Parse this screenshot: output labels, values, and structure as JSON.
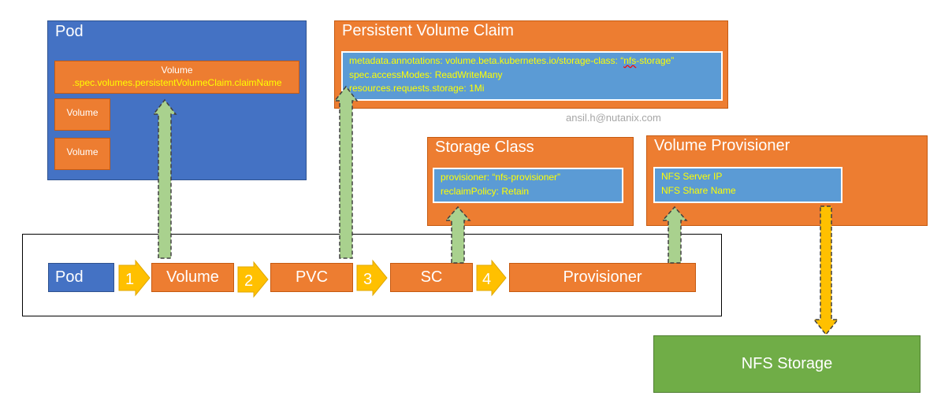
{
  "pod_panel": {
    "title": "Pod",
    "volume_main_line1": "Volume",
    "volume_main_line2": ".spec.volumes.persistentVolumeClaim.claimName",
    "volume_2": "Volume",
    "volume_3": "Volume"
  },
  "pvc_panel": {
    "title": "Persistent Volume Claim",
    "line1_prefix": "metadata.annotations: volume.beta.kubernetes.io/storage-class: “",
    "line1_underlined": "nfs",
    "line1_suffix": "-storage”",
    "line2": "spec.accessModes:  ReadWriteMany",
    "line3": "resources.requests.storage: 1Mi"
  },
  "watermark": "ansil.h@nutanix.com",
  "sc_panel": {
    "title": "Storage Class",
    "line1": "provisioner: “nfs-provisioner”",
    "line2": "reclaimPolicy: Retain"
  },
  "vp_panel": {
    "title": "Volume Provisioner",
    "line1": "NFS Server IP",
    "line2": "NFS Share Name"
  },
  "flow": {
    "pod": "Pod",
    "volume": "Volume",
    "pvc": "PVC",
    "sc": "SC",
    "provisioner": "Provisioner",
    "step1": "1",
    "step2": "2",
    "step3": "3",
    "step4": "4"
  },
  "nfs_storage": "NFS Storage",
  "colors": {
    "blue": "#4472c4",
    "orange": "#ed7d31",
    "light_blue": "#5b9bd5",
    "green": "#70ad47",
    "yellow_text": "#ffff00",
    "step_arrow": "#ffc000",
    "connector_green": "#a9d18e"
  }
}
